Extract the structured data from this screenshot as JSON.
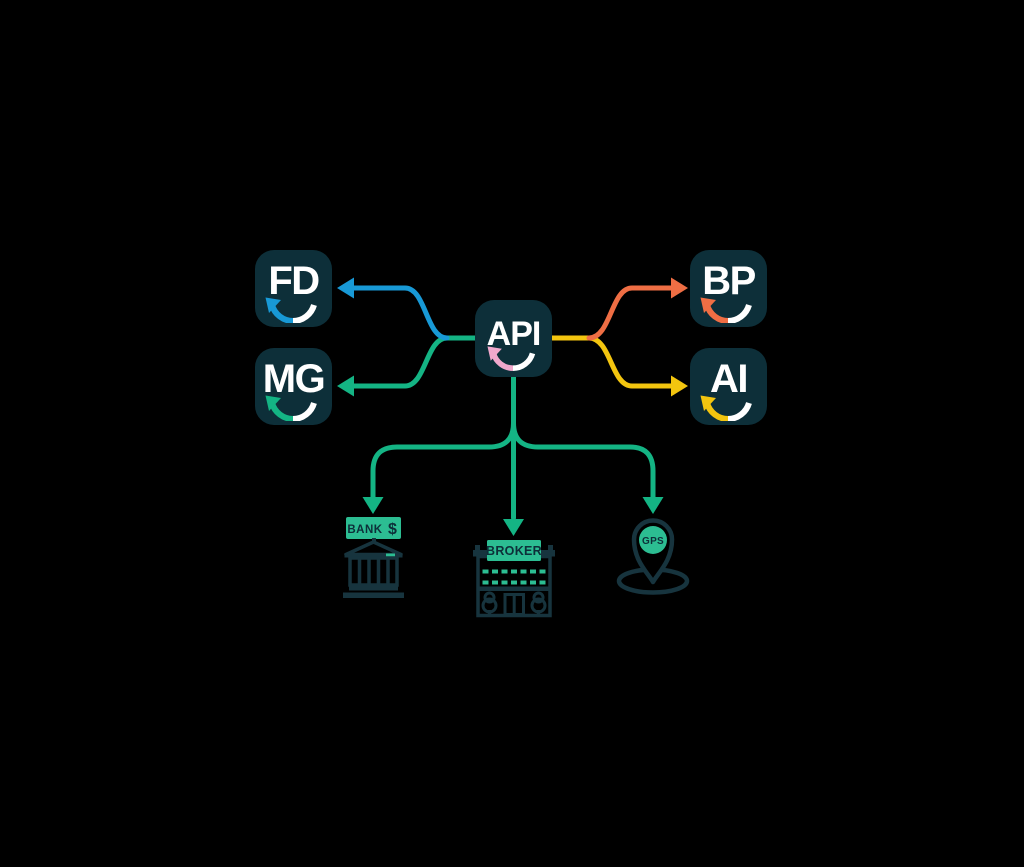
{
  "colors": {
    "background": "#000000",
    "tile": "#0d2f39",
    "text_light": "#ffffff",
    "outline_dark": "#17343e",
    "blue": "#1899d6",
    "green": "#14b484",
    "mint": "#2cbd92",
    "orange": "#ef6e44",
    "yellow": "#f3c50f",
    "pink": "#f1a8cc",
    "sign_text": "#0d2f39"
  },
  "hub": {
    "label": "API"
  },
  "nodes": {
    "fd": {
      "label": "FD",
      "accent": "#1899d6"
    },
    "mg": {
      "label": "MG",
      "accent": "#14b484"
    },
    "bp": {
      "label": "BP",
      "accent": "#ef6e44"
    },
    "ai": {
      "label": "AI",
      "accent": "#f3c50f"
    }
  },
  "destinations": {
    "bank": {
      "sign": "BANK",
      "dollar": "$"
    },
    "broker": {
      "sign": "BROKER"
    },
    "gps": {
      "label": "GPS"
    }
  },
  "icons": {
    "app_arrow": "curved-swoosh-arrow",
    "bank": "bank-building",
    "broker": "broker-building",
    "gps": "map-pin"
  }
}
